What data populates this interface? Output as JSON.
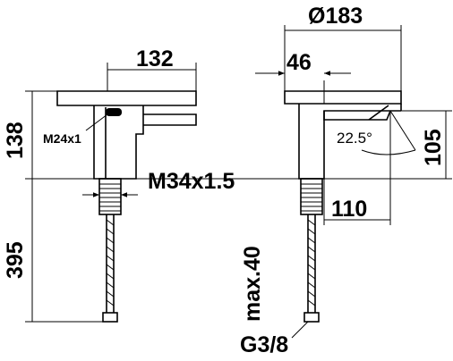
{
  "dimensions": {
    "top_diameter": "Ø183",
    "width_132": "132",
    "width_46": "46",
    "height_138": "138",
    "height_395": "395",
    "height_105": "105",
    "length_110": "110",
    "thread_m34": "M34x1.5",
    "thread_m24": "M24x1",
    "angle": "22.5°",
    "max_hose": "max.40",
    "connection_g38": "G3/8"
  }
}
